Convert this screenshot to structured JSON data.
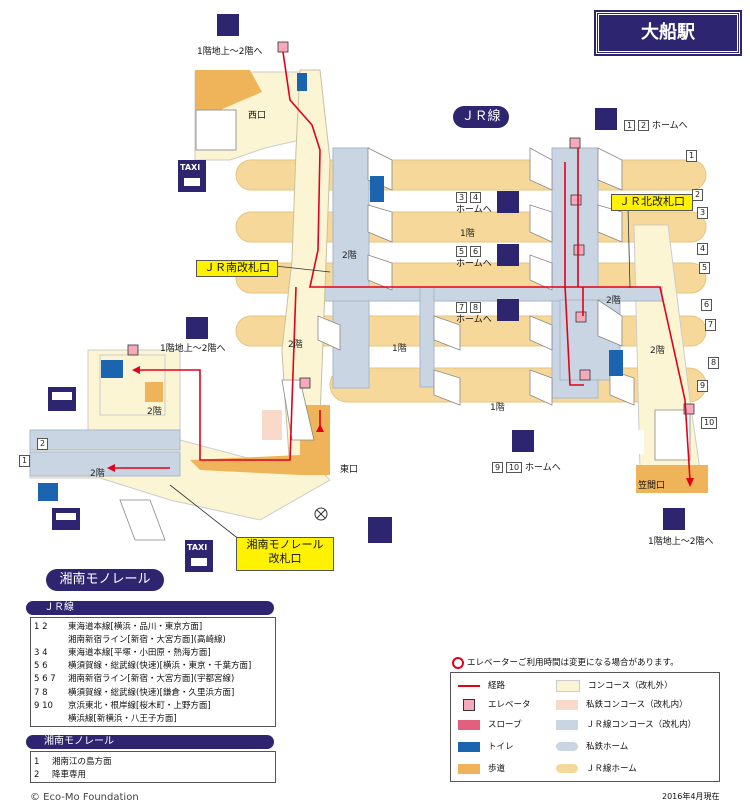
{
  "station_name": "大船駅",
  "jr_line_label": "ＪＲ線",
  "monorail_label": "湘南モノレール",
  "gates": {
    "jr_north": "ＪＲ北改札口",
    "jr_south": "ＪＲ南改札口",
    "monorail_line1": "湘南モノレール",
    "monorail_line2": "改札口"
  },
  "exits": {
    "west": "西口",
    "east": "東口",
    "kasama": "笠間口"
  },
  "floors": {
    "f1": "1階",
    "f2": "2階"
  },
  "map_labels": {
    "elev_1f_2f": "1階地上～2階へ",
    "home": "ホームへ",
    "home_12": "ホームへ",
    "home_910": "ホームへ",
    "taxi": "TAXI"
  },
  "platform_numbers": [
    "1",
    "2",
    "3",
    "4",
    "5",
    "6",
    "7",
    "8",
    "9",
    "10"
  ],
  "elevator_pairs": [
    {
      "a": "1",
      "b": "2"
    },
    {
      "a": "3",
      "b": "4"
    },
    {
      "a": "5",
      "b": "6"
    },
    {
      "a": "7",
      "b": "8"
    },
    {
      "a": "9",
      "b": "10"
    }
  ],
  "monorail_platforms": [
    "1",
    "2"
  ],
  "legend_jr": {
    "title": "ＪＲ線",
    "rows": [
      {
        "tag": "1 2",
        "text": "東海道本線[横浜・品川・東京方面]"
      },
      {
        "tag": "",
        "text": "湘南新宿ライン[新宿・大宮方面](高崎線)"
      },
      {
        "tag": "3 4",
        "text": "東海道本線[平塚・小田原・熱海方面]"
      },
      {
        "tag": "5 6",
        "text": "横須賀線・総武線(快速)[横浜・東京・千葉方面]"
      },
      {
        "tag": "5 6 7",
        "text": "湘南新宿ライン[新宿・大宮方面](宇都宮線)"
      },
      {
        "tag": "7 8",
        "text": "横須賀線・総武線(快速)[鎌倉・久里浜方面]"
      },
      {
        "tag": "9 10",
        "text": "京浜東北・根岸線[桜木町・上野方面]"
      },
      {
        "tag": "",
        "text": "横浜線[新横浜・八王子方面]"
      }
    ]
  },
  "legend_monorail": {
    "title": "湘南モノレール",
    "rows": [
      {
        "tag": "1",
        "text": "湘南江の島方面"
      },
      {
        "tag": "2",
        "text": "降車専用"
      }
    ]
  },
  "notice": "エレベーターご利用時間は変更になる場合があります。",
  "legend_keys": {
    "route": "経路",
    "elevator": "エレベータ",
    "slope": "スロープ",
    "toilet": "トイレ",
    "walkway": "歩道",
    "concourse_out": "コンコース（改札外）",
    "private_concourse_in": "私鉄コンコース（改札内）",
    "jr_concourse_in": "ＪＲ線コンコース（改札内）",
    "private_home": "私鉄ホーム",
    "jr_home": "ＪＲ線ホーム"
  },
  "colors": {
    "navy": "#2e2570",
    "route_red": "#e3001b",
    "concourse_out": "#fbf5d3",
    "private_concourse": "#f9d9c9",
    "jr_concourse": "#c9d5e3",
    "jr_home": "#f6d99a",
    "walkway": "#efb35a",
    "toilet": "#1a64b0",
    "slope": "#e0607e",
    "gate_yellow": "#fff200"
  },
  "copyright": "© Eco-Mo Foundation",
  "date": "2016年4月現在"
}
